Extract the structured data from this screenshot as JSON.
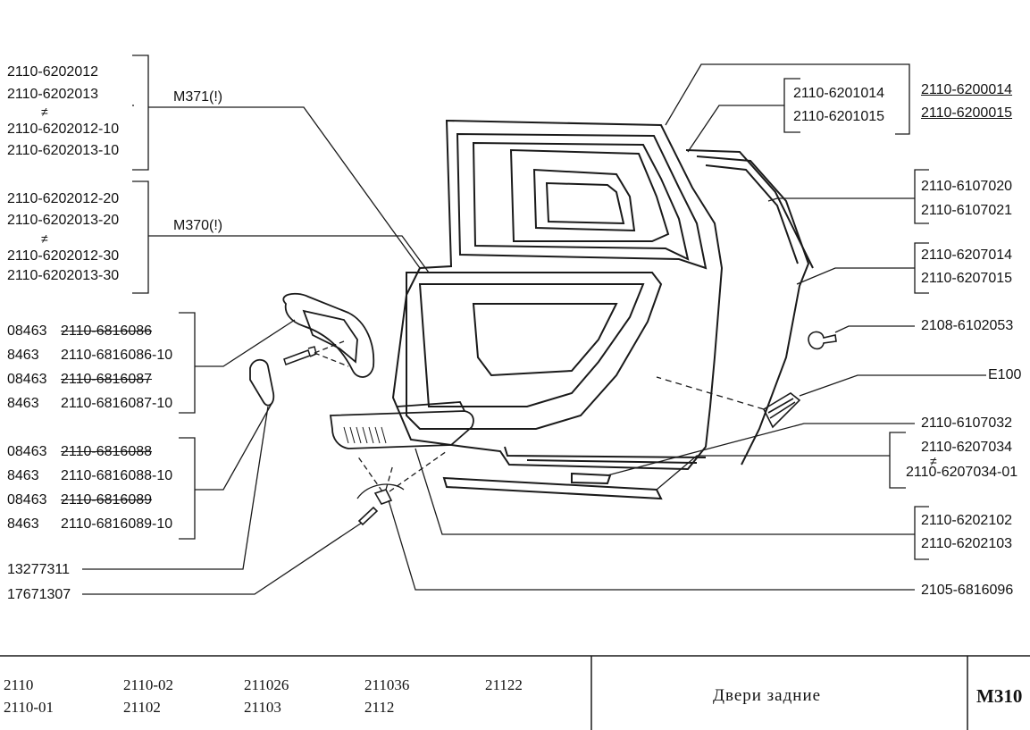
{
  "left_groups": {
    "g1": [
      "2110-6202012",
      "2110-6202013",
      "≠",
      "2110-6202012-10",
      "2110-6202013-10"
    ],
    "g2": [
      "2110-6202012-20",
      "2110-6202013-20",
      "≠",
      "2110-6202012-30",
      "2110-6202013-30"
    ],
    "handle_rows": [
      {
        "a": "08463",
        "b": "2110-6816086",
        "strike": true
      },
      {
        "a": "8463",
        "b": "2110-6816086-10",
        "strike": false
      },
      {
        "a": "08463",
        "b": "2110-6816087",
        "strike": true
      },
      {
        "a": "8463",
        "b": "2110-6816087-10",
        "strike": false
      }
    ],
    "panel_rows": [
      {
        "a": "08463",
        "b": "2110-6816088",
        "strike": true
      },
      {
        "a": "8463",
        "b": "2110-6816088-10",
        "strike": false
      },
      {
        "a": "08463",
        "b": "2110-6816089",
        "strike": true
      },
      {
        "a": "8463",
        "b": "2110-6816089-10",
        "strike": false
      }
    ],
    "single": [
      "13277311",
      "17671307"
    ]
  },
  "mid_labels": [
    "M371(!)",
    "M370(!)"
  ],
  "right_labels": {
    "door_frame": [
      "2110-6201014",
      "2110-6201015"
    ],
    "door_assy": [
      "2110-6200014",
      "2110-6200015"
    ],
    "seal_outer": [
      "2110-6107020",
      "2110-6107021"
    ],
    "seal_inner": [
      "2110-6207014",
      "2110-6207015"
    ],
    "clip": "2108-6102053",
    "lamp": "E100",
    "seal_bottom": "2110-6107032",
    "sill_seal": [
      "2110-6207034",
      "≠",
      "2110-6207034-01"
    ],
    "moulding": [
      "2110-6202102",
      "2110-6202103"
    ],
    "bracket": "2105-6816096"
  },
  "footer": {
    "models_row1": [
      "2110",
      "2110-02",
      "211026",
      "211036",
      "21122"
    ],
    "models_row2": [
      "2110-01",
      "21102",
      "21103",
      "2112"
    ],
    "title": "Двери задние",
    "code": "M310"
  }
}
